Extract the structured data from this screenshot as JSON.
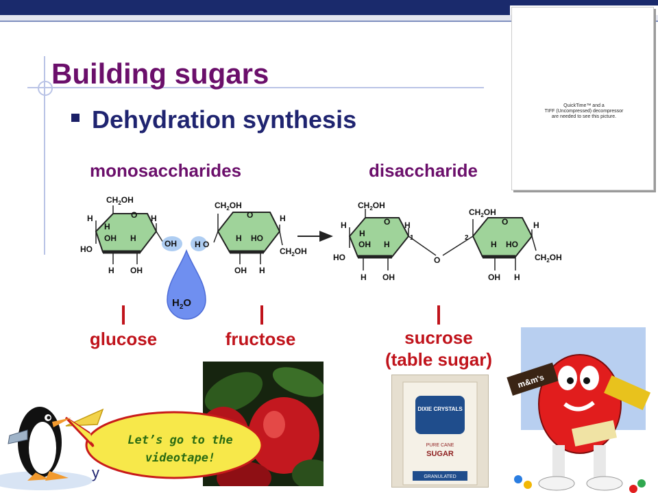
{
  "slide": {
    "title": "Building sugars",
    "bullet": "Dehydration synthesis",
    "monosaccharides_label": "monosaccharides",
    "disaccharide_label": "disaccharide",
    "water": "H",
    "water_sub": "2",
    "water_o": "O",
    "glucose": "glucose",
    "fructose": "fructose",
    "sucrose": "sucrose",
    "sucrose_note": "(table sugar)",
    "callout": "Let’s go to the\nvideotape!",
    "stray_char": "y"
  },
  "quicktime_placeholder": {
    "message": "QuickTime™ and a\nTIFF (Uncompressed) decompressor\nare needed to see this picture."
  },
  "molecules": {
    "ch2oh": "CH",
    "ch2oh_sub": "2",
    "ch2oh_tail": "OH",
    "o": "O",
    "h": "H",
    "oh": "OH",
    "ho": "HO",
    "bond1": "1",
    "bond2": "2"
  },
  "packaging": {
    "bag_brand": "DIXIE CRYSTALS",
    "bag_line1": "PURE CANE",
    "bag_line2": "SUGAR",
    "bag_line3": "GRANULATED",
    "mm": "m&m's"
  },
  "colors": {
    "title": "#6b0f6b",
    "bullet": "#1f2470",
    "red_label": "#c0131b",
    "ring_fill": "#9fd39a",
    "water_drop": "#6f8ff0"
  }
}
